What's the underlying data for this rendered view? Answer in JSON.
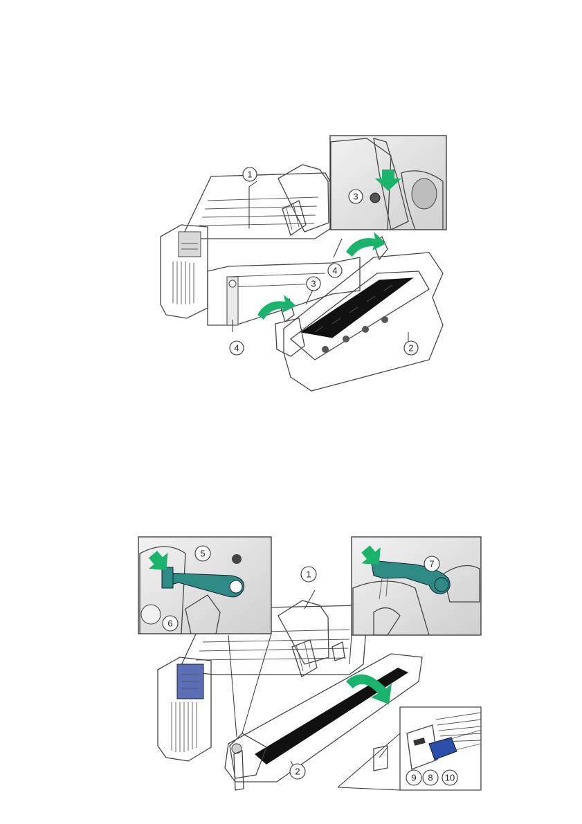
{
  "colors": {
    "arrow": "#19b36b",
    "lever": "#2e8a84",
    "unit_fill": "#8e8e8e",
    "unit_dark": "#5f5f5f",
    "printer_fill": "#f4f4f4",
    "panel": "#5a6fb8",
    "connector": "#2a4fa8"
  },
  "figure_top": {
    "callouts": {
      "printer": "1",
      "tractor_unit": "2",
      "pin_inset": "3",
      "pin": "3",
      "hook_right": "4",
      "hook_left": "4"
    },
    "arrows": [
      "green-curved-arrow",
      "green-curved-arrow",
      "green-down-arrow"
    ]
  },
  "figure_bottom": {
    "callouts": {
      "lever_left": "5",
      "latch_left": "6",
      "lever_right": "7",
      "printer": "1",
      "unit": "2",
      "connector_socket": "9",
      "connector_plug": "8",
      "cable": "10"
    },
    "arrows": [
      "green-curved-arrow",
      "green-down-arrow",
      "green-down-arrow"
    ]
  }
}
